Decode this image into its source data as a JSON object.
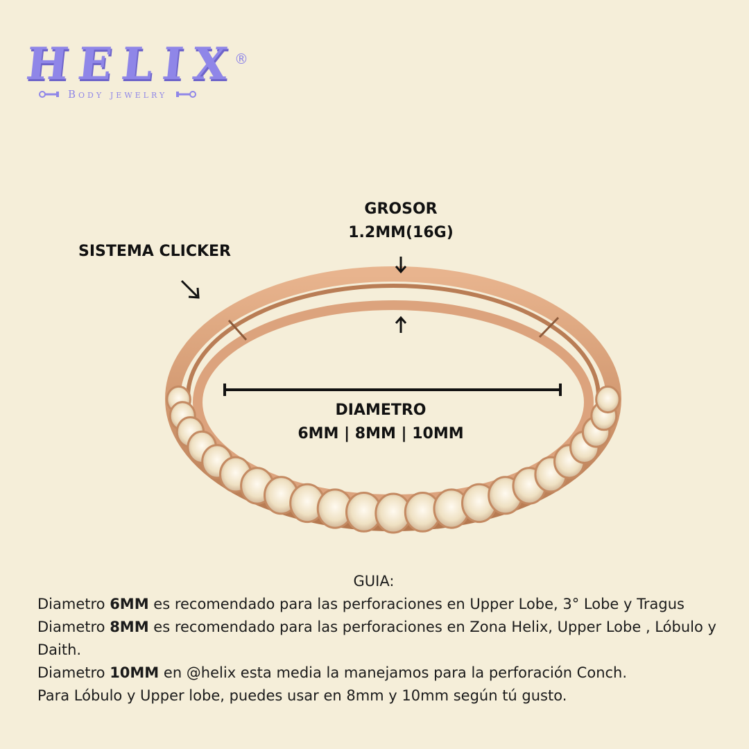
{
  "brand": {
    "name": "HELIX",
    "registered_mark": "®",
    "tagline": "Body jewelry",
    "primary_color": "#8f86e8"
  },
  "product_labels": {
    "clicker": "SISTEMA CLICKER",
    "thickness_title": "GROSOR",
    "thickness_value": "1.2MM(16G)",
    "diameter_title": "DIAMETRO",
    "diameter_value": "6MM | 8MM | 10MM"
  },
  "guide": {
    "title": "GUIA:",
    "line1_prefix": "Diametro ",
    "line1_size": "6MM",
    "line1_text": " es recomendado para las perforaciones en Upper Lobe, 3° Lobe y Tragus",
    "line2_prefix": "Diametro ",
    "line2_size": "8MM",
    "line2_text": " es recomendado para las perforaciones en Zona Helix, Upper Lobe , Lóbulo y Daith.",
    "line3_prefix": "Diametro ",
    "line3_size": "10MM",
    "line3_text": " en @helix esta media la manejamos  para la perforación  Conch.",
    "line4": "Para Lóbulo y Upper lobe, puedes usar en 8mm y 10mm según tú gusto."
  },
  "colors": {
    "background": "#f5eed9",
    "ring_gold": "#d9a07a",
    "ring_dark": "#a86a45",
    "stone": "#efe3c8"
  }
}
